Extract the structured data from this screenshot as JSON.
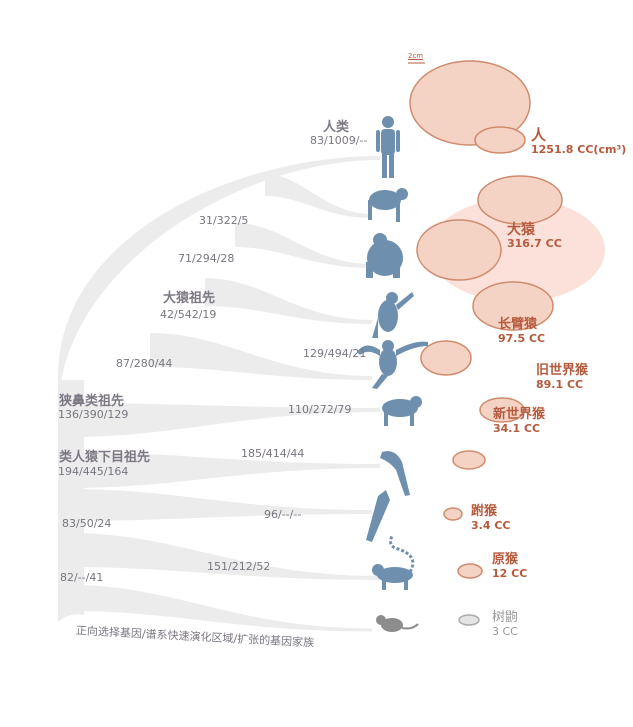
{
  "colors": {
    "branch_dark": "#b7b0c0",
    "branch_light": "#e8e8e8",
    "animal": "#6e8fae",
    "brain_fill": "#f4d3c5",
    "brain_line": "#cf8b6d",
    "highlight": "#fbe1d9",
    "label": "#b55a3c"
  },
  "scale_bar": "2cm",
  "tree": {
    "human": {
      "name": "人类",
      "stats": "83/1009/--"
    },
    "chimp_stats": "31/322/5",
    "gorilla_stats": "71/294/28",
    "great_ape_ancestor": {
      "name": "大猿祖先",
      "stats": "42/542/19"
    },
    "hominoid_stats": "87/280/44",
    "gibbon_stats": "129/494/21",
    "catarrhine_ancestor": {
      "name": "狭鼻类祖先",
      "stats": "136/390/129"
    },
    "old_world_stats": "110/272/79",
    "simian_ancestor": {
      "name": "类人猿下目祖先",
      "stats": "194/445/164"
    },
    "new_world_stats": "185/414/44",
    "tarsier_stats": "96/--/--",
    "primate_stats": "83/50/24",
    "lemur_stats": "151/212/52",
    "root_stats": "82/--/41",
    "legend": "正向选择基因/谱系快速演化区域/扩张的基因家族"
  },
  "brains": [
    {
      "name": "人",
      "volume": "1251.8 CC(cm³)"
    },
    {
      "name": "大猿",
      "volume": "316.7 CC"
    },
    {
      "name": "长臂猿",
      "volume": "97.5 CC"
    },
    {
      "name": "旧世界猴",
      "volume": "89.1 CC"
    },
    {
      "name": "新世界猴",
      "volume": "34.1 CC"
    },
    {
      "name": "跗猴",
      "volume": "3.4 CC"
    },
    {
      "name": "原猴",
      "volume": "12 CC"
    },
    {
      "name": "树鼩",
      "volume": "3 CC"
    }
  ]
}
